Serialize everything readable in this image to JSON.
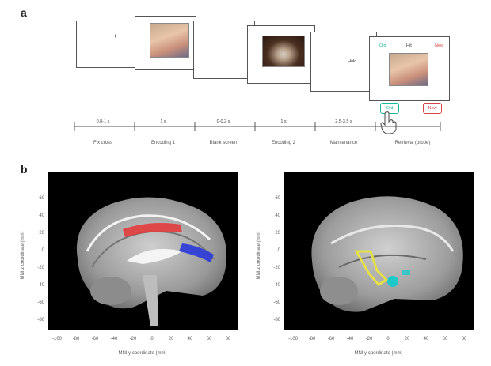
{
  "panel_a": {
    "letter": "a",
    "fixation_mark": "+",
    "maintenance_text": "Hold",
    "probe": {
      "top_left": "Old",
      "top_mid": "Hit",
      "top_right": "New",
      "btn_left": "Old",
      "btn_right": "New"
    },
    "stages": [
      {
        "name": "Fix cross",
        "duration": "0.8-1 s"
      },
      {
        "name": "Encoding 1",
        "duration": "1 s"
      },
      {
        "name": "Blank screen",
        "duration": "0-0.2 s"
      },
      {
        "name": "Encoding 2",
        "duration": "1 s"
      },
      {
        "name": "Maintenance",
        "duration": "2.5-3.5 s"
      },
      {
        "name": "Retrieval (probe)",
        "duration": ""
      }
    ],
    "colors": {
      "old": "#19b8a0",
      "new": "#d64545"
    }
  },
  "panel_b": {
    "letter": "b",
    "left": {
      "ylabel": "MNI z coordinate (mm)",
      "xlabel": "MNI y coordinate (mm)",
      "yticks": [
        "60",
        "40",
        "20",
        "0",
        "-20",
        "-40",
        "-60",
        "-80"
      ],
      "xticks": [
        "-100",
        "-80",
        "-60",
        "-40",
        "-20",
        "0",
        "20",
        "40",
        "60",
        "80"
      ]
    },
    "right": {
      "ylabel": "MNI z coordinate (mm)",
      "xlabel": "MNI y coordinate (mm)",
      "yticks": [
        "60",
        "40",
        "20",
        "0",
        "-20",
        "-40",
        "-60",
        "-80"
      ],
      "xticks": [
        "-100",
        "-80",
        "-60",
        "-40",
        "-20",
        "0",
        "20",
        "40",
        "60",
        "80"
      ]
    },
    "colors": {
      "red": "#e23c3c",
      "blue": "#2a39d8",
      "yellow": "#e5e04a",
      "cyan": "#1fc8c8"
    }
  }
}
